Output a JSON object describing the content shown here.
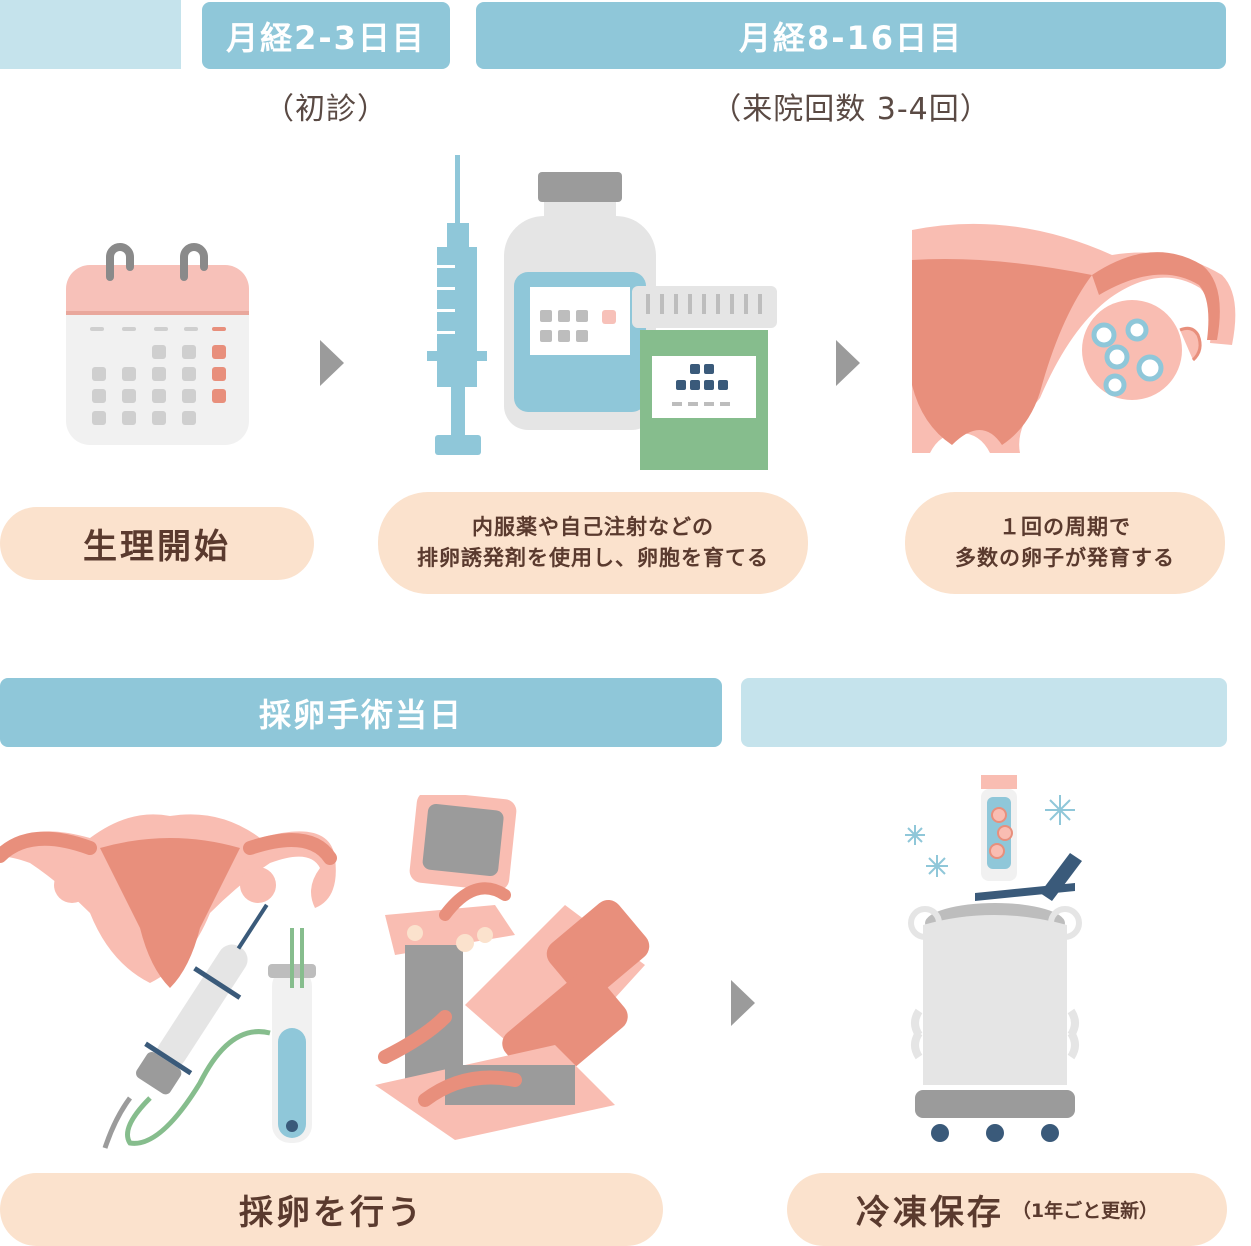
{
  "stage1": {
    "header": "月経2-3日目",
    "sub": "（初診）",
    "caption": "生理開始"
  },
  "stage2": {
    "header": "月経8-16日目",
    "sub": "（来院回数 3-4回）",
    "caption_line1": "内服薬や自己注射などの",
    "caption_line2": "排卵誘発剤を使用し、卵胞を育てる"
  },
  "stage3": {
    "caption_line1": "１回の周期で",
    "caption_line2": "多数の卵子が発育する"
  },
  "stage4": {
    "header": "採卵手術当日",
    "caption": "採卵を行う"
  },
  "stage5": {
    "caption": "冷凍保存",
    "caption_note": "（1年ごと更新）"
  },
  "icons": [
    "calendar-icon",
    "syringe-icon",
    "medicine-bottle-icon",
    "pill-bottle-icon",
    "uterus-ovary-icon",
    "egg-retrieval-icon",
    "exam-chair-icon",
    "freezer-tank-icon",
    "test-tube-icon",
    "snowflake-icon"
  ],
  "colors": {
    "header_dark": "#8fc7d9",
    "header_light": "#c5e3ec",
    "pill_bg": "#fbe2cd",
    "arrow": "#9b9b9b",
    "uterus": "#e88f7c",
    "pink": "#f9bdb2"
  }
}
